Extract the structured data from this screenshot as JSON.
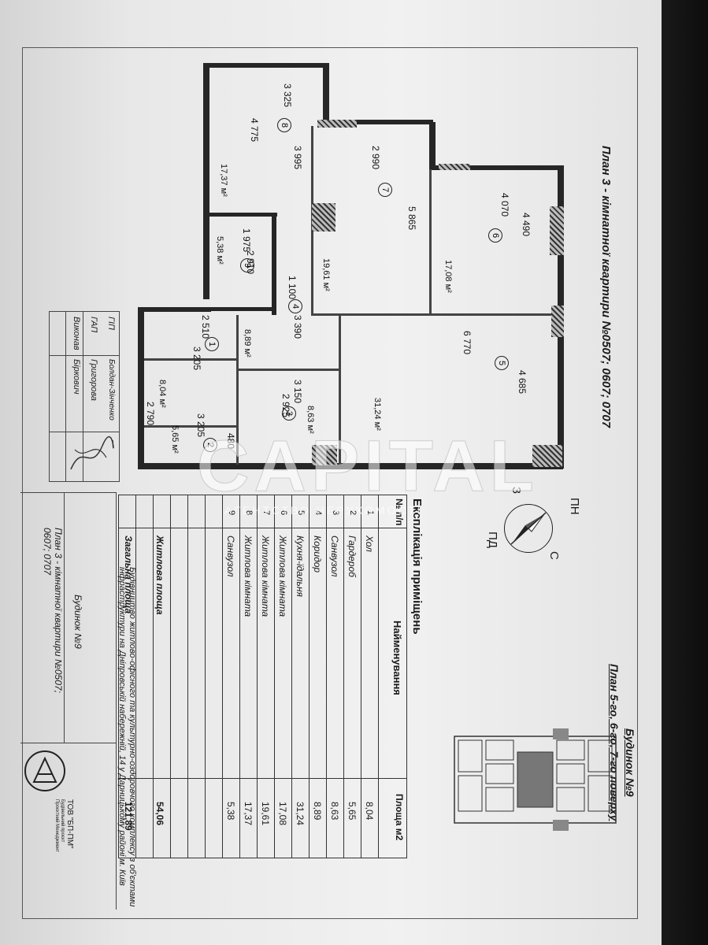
{
  "plan": {
    "heading": "План 3 - кімнатної квартири №0507; 0607; 0707",
    "dims": [
      "3 325",
      "4 775",
      "3 995",
      "2 990",
      "17,37 м²",
      "4 070",
      "5 865",
      "4 490",
      "1 975",
      "5,38 м²",
      "2 910",
      "19,61 м²",
      "17,08 м²",
      "1 100",
      "2 510",
      "3 390",
      "8,89 м²",
      "6 770",
      "3 205",
      "3 150",
      "4 685",
      "8,04 м²",
      "3 205",
      "2 925",
      "2 790",
      "8,63 м²",
      "31,24 м²",
      "5,65 м²",
      "480"
    ],
    "room_numbers": [
      "1",
      "2",
      "3",
      "4",
      "5",
      "6",
      "7",
      "8",
      "9"
    ]
  },
  "right_title": {
    "building": "Будинок №9",
    "floors": "План 5-го, 6-го, 7-го поверху"
  },
  "compass": {
    "n": "ПН",
    "s": "ПД",
    "w": "З",
    "e": "С"
  },
  "explication": {
    "title": "Експлікація приміщень",
    "col_num": "№ п/п",
    "col_name": "Найменування",
    "col_area": "Площа м2",
    "rows": [
      {
        "n": "1",
        "name": "Хол",
        "area": "8,04"
      },
      {
        "n": "2",
        "name": "Гардероб",
        "area": "5,65"
      },
      {
        "n": "3",
        "name": "Санвузол",
        "area": "8,63"
      },
      {
        "n": "4",
        "name": "Коридор",
        "area": "8,89"
      },
      {
        "n": "5",
        "name": "Кухня-їдальня",
        "area": "31,24"
      },
      {
        "n": "6",
        "name": "Житлова кімната",
        "area": "17,08"
      },
      {
        "n": "7",
        "name": "Житлова кімната",
        "area": "19,61"
      },
      {
        "n": "8",
        "name": "Житлова кімната",
        "area": "17,37"
      },
      {
        "n": "9",
        "name": "Санвузол",
        "area": "5,38"
      }
    ],
    "living_label": "Житлова площа",
    "living_value": "54,06",
    "total_label": "Загальна площа",
    "total_value": "121,89"
  },
  "stamp": {
    "roles": [
      "ГІП",
      "ГАП",
      "Виконав"
    ],
    "names": [
      "Болдан-Зінченко",
      "Григорова",
      "Біркович"
    ]
  },
  "titleblock": {
    "project": "Будівництво житлово-офісного та культурно-оздоровчого комплексу з об'єктами інфраструктури на Дніпровській набережній, 14 у Дарницькому районі м. Київ",
    "building": "Будинок №9",
    "sheet": "План 3 - кімнатної квартири №0507; 0607; 0707",
    "company": "ТОВ \"БП-ПМ\"",
    "company_sub": "Будівельний проєкт Проєктний Менеджмент"
  },
  "watermark": {
    "main": "CAPITAL",
    "sub": "АГЕНТСТВО НЕРУХОМОСТІ"
  }
}
